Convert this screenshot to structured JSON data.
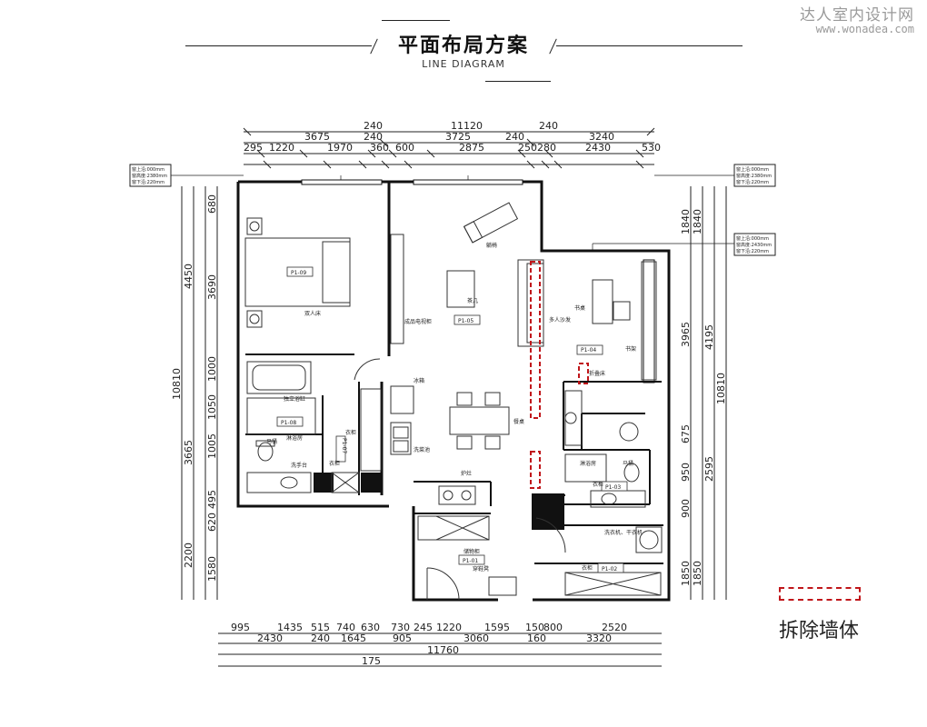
{
  "header": {
    "title": "平面布局方案",
    "subtitle": "LINE DIAGRAM"
  },
  "watermark": {
    "brand": "达人室内设计网",
    "url": "www.wonadea.com"
  },
  "dimensions": {
    "top_total": "11120",
    "top_row1": [
      "240",
      "240"
    ],
    "top_row2": [
      "3675",
      "240",
      "3725",
      "240",
      "3240"
    ],
    "top_row3": [
      "295",
      "1220",
      "1970",
      "360",
      "600",
      "2875",
      "250",
      "280",
      "2430",
      "530"
    ],
    "bottom_row1": [
      "995",
      "1435",
      "515",
      "740",
      "630",
      "730",
      "245",
      "1220",
      "1595",
      "150",
      "800",
      "2520"
    ],
    "bottom_row2": [
      "2430",
      "240",
      "1645",
      "905",
      "3060",
      "160",
      "3320"
    ],
    "bottom_total": "11760",
    "bottom_extra": "175",
    "left_total": "10810",
    "left_outer": [
      "4450",
      "3665",
      "2200"
    ],
    "left_inner": [
      "680",
      "3690",
      "1000",
      "1050",
      "1005",
      "495",
      "620",
      "1580"
    ],
    "right_total": "10810",
    "right_outer": [
      "1840",
      "4195",
      "2595",
      "1850"
    ],
    "right_inner": [
      "1840",
      "3965",
      "675",
      "950",
      "900",
      "1850"
    ]
  },
  "rooms": {
    "master_bed": "P1-09",
    "master_bed_label": "双人床",
    "master_bath": "P1-08",
    "master_bath_label1": "淋浴房",
    "master_bath_label2": "马桶",
    "master_bath_label3": "洗手台",
    "master_bath_label4": "衣柜",
    "bathtub_label": "独立浴缸",
    "closet": "P1-07",
    "closet_label": "衣柜",
    "living": "P1-05",
    "tv_label": "成品电视柜",
    "lounge_chair": "躺椅",
    "tea_table": "茶几",
    "sofa": "多人沙发",
    "fridge": "冰箱",
    "dining": "餐桌",
    "sink": "洗菜池",
    "stove": "炉灶",
    "study": "P1-04",
    "desk": "书桌",
    "bookshelf": "书架",
    "folding_bed": "折叠床",
    "bath2": "P1-03",
    "bath2_shower": "淋浴房",
    "bath2_toilet": "马桶",
    "bath2_closet": "衣柜",
    "entry": "P1-01",
    "shoe_cabinet": "储物柜",
    "shoe_bench": "穿鞋凳",
    "laundry": "洗衣机、干衣机",
    "bedroom2": "P1-02",
    "bedroom2_closet": "衣柜"
  },
  "window_tags": {
    "left": [
      "窗上沿:000mm",
      "窗高度:2380mm",
      "窗下沿:220mm"
    ],
    "right_top": [
      "窗上沿:000mm",
      "窗高度:2380mm",
      "窗下沿:220mm"
    ],
    "right_mid": [
      "窗上沿:000mm",
      "窗高度:2430mm",
      "窗下沿:220mm"
    ]
  },
  "legend": {
    "label": "拆除墙体",
    "color": "#c0161a"
  }
}
